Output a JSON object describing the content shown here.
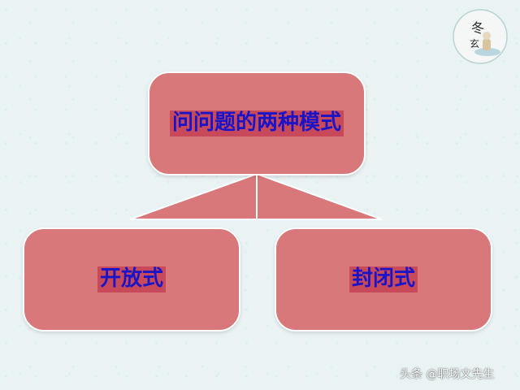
{
  "diagram": {
    "root": {
      "label": "问问题的两种模式"
    },
    "children": [
      {
        "label": "开放式"
      },
      {
        "label": "封闭式"
      }
    ]
  },
  "logo": {
    "text": "冬玄",
    "icon": "seal-logo-icon"
  },
  "watermark": {
    "text": "头条 @职场文先生"
  },
  "colors": {
    "node_fill": "#d9787a",
    "label_highlight": "#c84a5a",
    "label_text": "#1a14c8",
    "background": "#e9f3f3"
  }
}
